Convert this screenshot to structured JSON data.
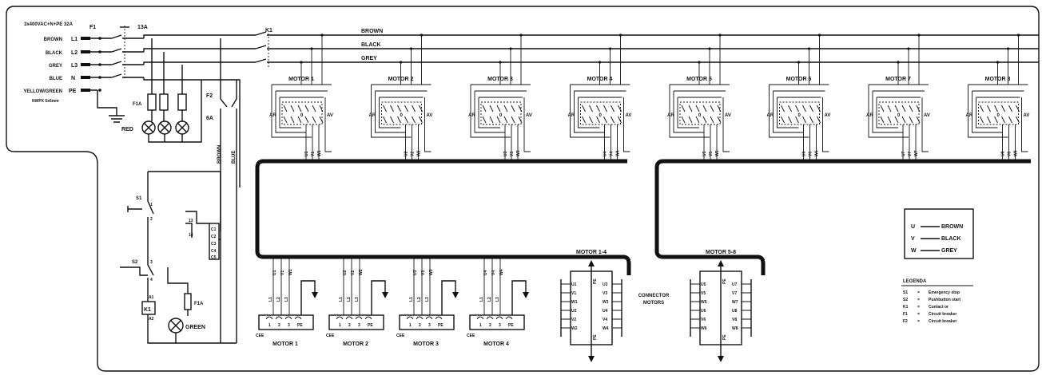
{
  "supply": {
    "title": "3x400VAC+N+PE 32A",
    "lines": [
      {
        "color": "BROWN",
        "name": "L1"
      },
      {
        "color": "BLACK",
        "name": "L2"
      },
      {
        "color": "GREY",
        "name": "L3"
      },
      {
        "color": "BLUE",
        "name": "N"
      },
      {
        "color": "YELLOW/GREEN",
        "name": "PE"
      }
    ],
    "cable": "NWPX 5x6mm"
  },
  "breaker_main": {
    "id": "F1",
    "rating": "13A"
  },
  "contactor": {
    "id": "K1"
  },
  "buses": [
    "BROWN",
    "BLACK",
    "GREY"
  ],
  "lamp_fuse": "F1A",
  "lamp_red": "RED",
  "control": {
    "breaker": {
      "id": "F2",
      "rating": "6A"
    },
    "wire_brown": "BROWN",
    "wire_blue": "BLUE",
    "s1": "S1",
    "s2": "S2",
    "k1": "K1",
    "fuse": "F1A",
    "lamp_green": "GREEN",
    "k1_aux": [
      "13",
      "14"
    ],
    "k1_coil": [
      "A1",
      "A2"
    ],
    "pins": [
      "1",
      "2",
      "3",
      "4"
    ],
    "terminals": [
      "C1",
      "C2",
      "C3",
      "C4",
      "C5"
    ]
  },
  "motors": [
    {
      "label": "MOTOR 1",
      "terms": [
        "U1",
        "V1",
        "W1"
      ]
    },
    {
      "label": "MOTOR 2",
      "terms": [
        "U2",
        "V2",
        "W2"
      ]
    },
    {
      "label": "MOTOR 3",
      "terms": [
        "U3",
        "V3",
        "W3"
      ]
    },
    {
      "label": "MOTOR 4",
      "terms": [
        "U4",
        "V4",
        "W4"
      ]
    },
    {
      "label": "MOTOR 5",
      "terms": [
        "U5",
        "V5",
        "W5"
      ]
    },
    {
      "label": "MOTOR 6",
      "terms": [
        "U6",
        "V6",
        "W6"
      ]
    },
    {
      "label": "MOTOR 7",
      "terms": [
        "U7",
        "V7",
        "W7"
      ]
    },
    {
      "label": "MOTOR 8",
      "terms": [
        "U8",
        "V8",
        "W8"
      ]
    }
  ],
  "switch": {
    "left": "AR",
    "mid": "0",
    "right": "AV"
  },
  "motor_plugs": [
    {
      "label": "MOTOR 1",
      "tag": "CEE"
    },
    {
      "label": "MOTOR 2",
      "tag": "CEE"
    },
    {
      "label": "MOTOR 3",
      "tag": "CEE"
    },
    {
      "label": "MOTOR 4",
      "tag": "CEE"
    }
  ],
  "plug_pins": [
    "L1",
    "L2",
    "L3"
  ],
  "plug_contacts": [
    "1",
    "2",
    "3",
    "PE"
  ],
  "connectors": [
    {
      "label": "MOTOR 1-4",
      "pins_left": [
        "U1",
        "V1",
        "W1",
        "U2",
        "V2",
        "W2"
      ],
      "pins_right": [
        "U3",
        "V3",
        "W3",
        "U4",
        "V4",
        "W4"
      ]
    },
    {
      "label": "MOTOR 5-8",
      "pins_left": [
        "U5",
        "V5",
        "W5",
        "U6",
        "V6",
        "W6"
      ],
      "pins_right": [
        "U7",
        "V7",
        "W7",
        "U8",
        "V8",
        "W8"
      ]
    }
  ],
  "connector_caption": [
    "CONNECTOR",
    "MOTORS"
  ],
  "connector_pe": "PE",
  "legend_colors": [
    {
      "term": "U",
      "color": "BROWN"
    },
    {
      "term": "V",
      "color": "BLACK"
    },
    {
      "term": "W",
      "color": "GREY"
    }
  ],
  "legend": {
    "title": "LEGENDA",
    "items": [
      {
        "code": "S1",
        "eq": "=",
        "desc": "Emergency stop"
      },
      {
        "code": "S2",
        "eq": "=",
        "desc": "Pushbutton start"
      },
      {
        "code": "K1",
        "eq": "=",
        "desc": "Contact or"
      },
      {
        "code": "F1",
        "eq": "=",
        "desc": "Circuit breaker"
      },
      {
        "code": "F2",
        "eq": "=",
        "desc": "Circuit breaker"
      }
    ]
  }
}
